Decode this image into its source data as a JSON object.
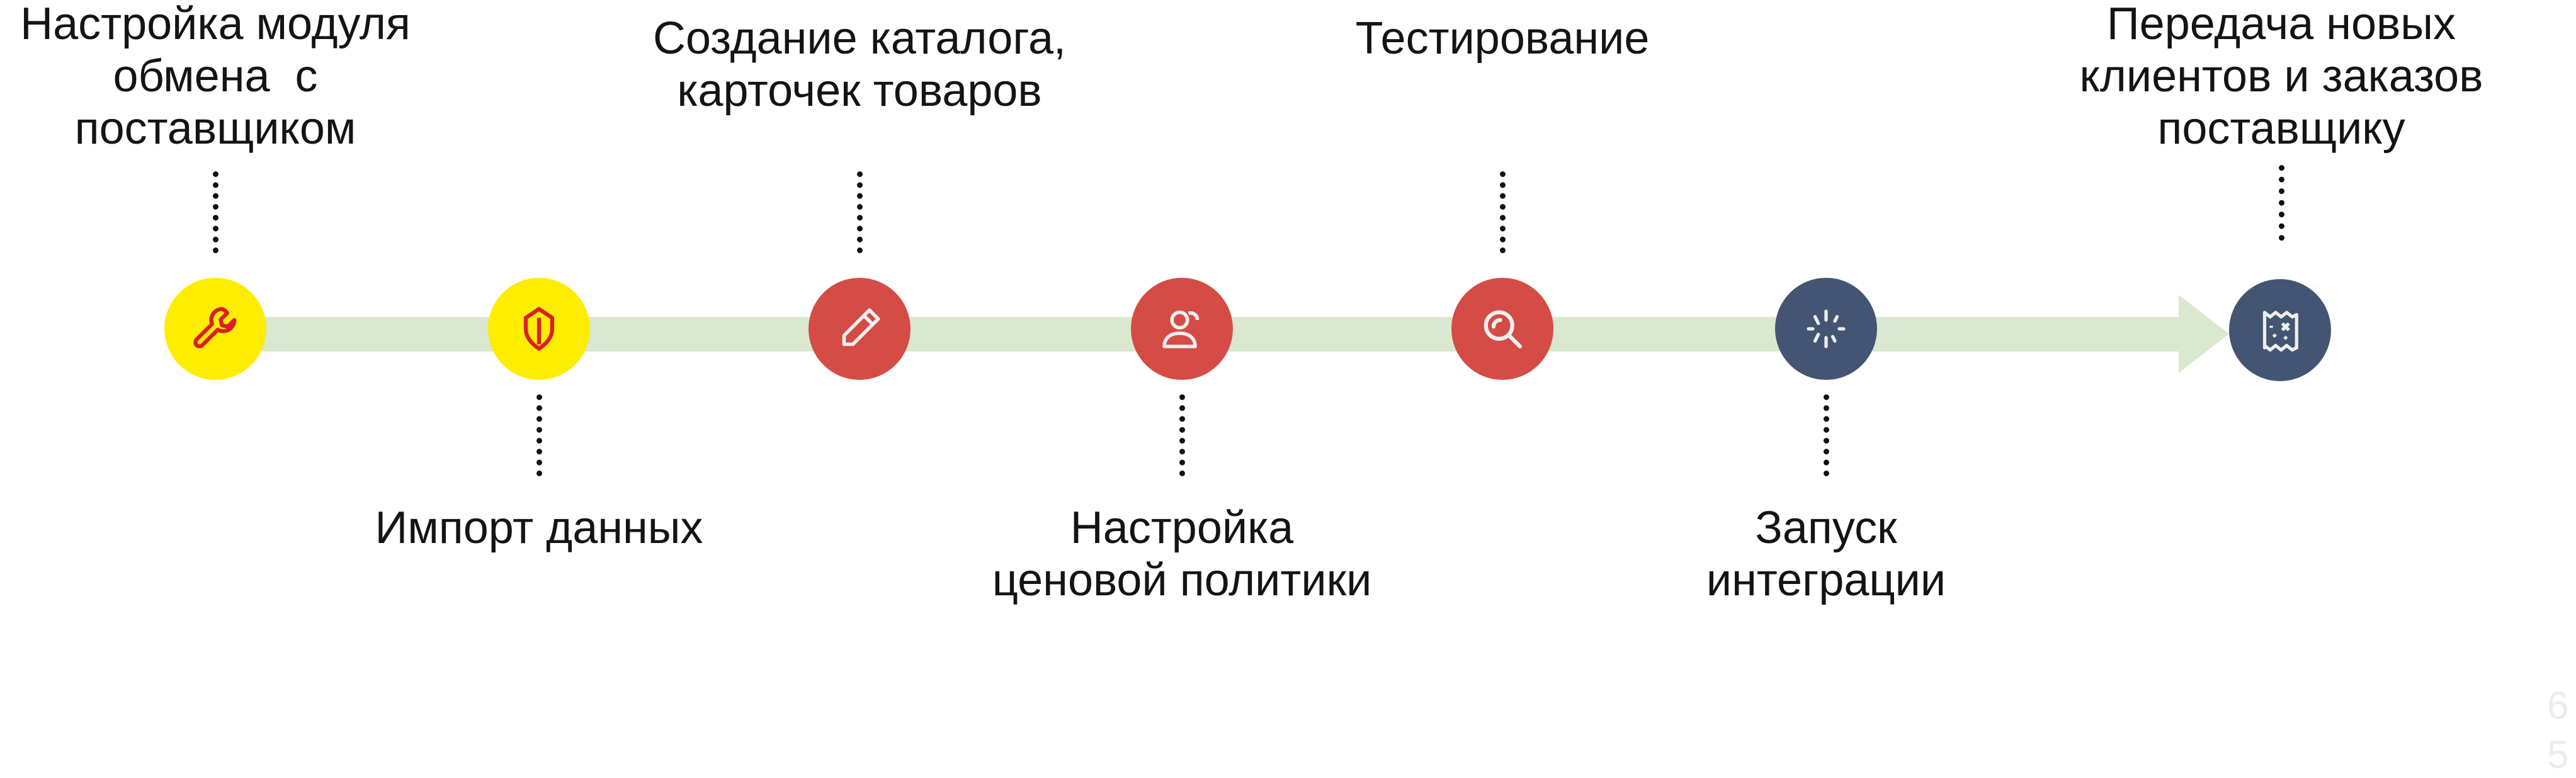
{
  "steps": [
    {
      "label_lines": [
        "Настройка модуля",
        "обмена  с",
        "поставщиком"
      ],
      "position": "top",
      "icon": "wrench-icon",
      "color": "#FFED00",
      "icon_color": "#DA1F26"
    },
    {
      "label_lines": [
        "Импорт данных"
      ],
      "position": "bottom",
      "icon": "shield-icon",
      "color": "#FFED00",
      "icon_color": "#DA1F26"
    },
    {
      "label_lines": [
        "Создание каталога,",
        "карточек товаров"
      ],
      "position": "top",
      "icon": "pencil-icon",
      "color": "#D44C45",
      "icon_color": "#EEEEEE"
    },
    {
      "label_lines": [
        "Настройка",
        "ценовой политики"
      ],
      "position": "bottom",
      "icon": "users-icon",
      "color": "#D44C45",
      "icon_color": "#EEEEEE"
    },
    {
      "label_lines": [
        "Тестирование"
      ],
      "position": "top",
      "icon": "search-icon",
      "color": "#D44C45",
      "icon_color": "#EEEEEE"
    },
    {
      "label_lines": [
        "Запуск",
        "интеграции"
      ],
      "position": "bottom",
      "icon": "loading-icon",
      "color": "#435572",
      "icon_color": "#EEEEEE"
    },
    {
      "label_lines": [
        "Передача новых",
        "клиентов и заказов",
        "поставщику"
      ],
      "position": "top",
      "icon": "map-icon",
      "color": "#435572",
      "icon_color": "#EEEEEE"
    }
  ],
  "page_number": [
    "6",
    "5"
  ],
  "colors": {
    "track": "#D9E8CF",
    "text": "#141414"
  }
}
